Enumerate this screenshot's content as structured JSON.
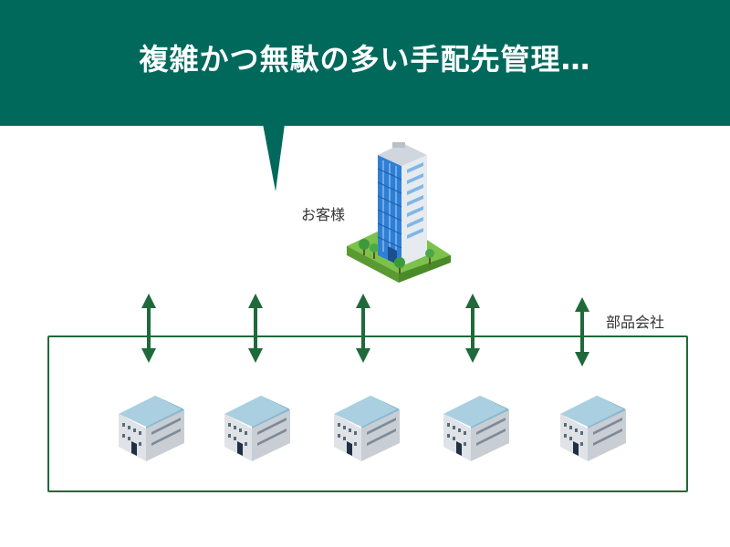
{
  "banner": {
    "title": "複雑かつ無駄の多い手配先管理…",
    "color": "#00695c"
  },
  "customer": {
    "label": "お客様",
    "icon": "office-building-icon"
  },
  "suppliers": {
    "label": "部品会社",
    "icon": "factory-building-icon",
    "count": 5
  },
  "connections": {
    "type": "bidirectional-arrow",
    "color": "#1e6a3a",
    "count": 5
  }
}
